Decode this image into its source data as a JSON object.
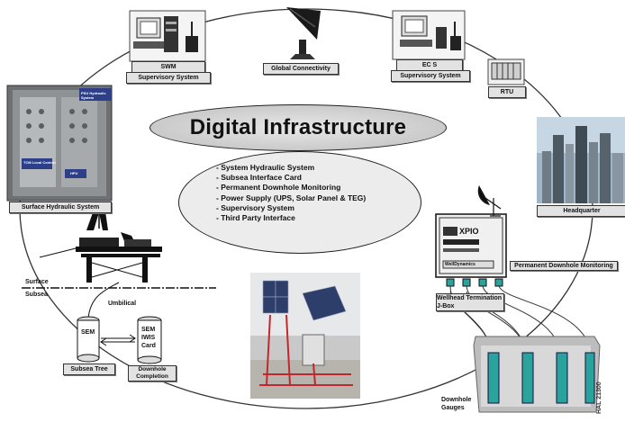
{
  "title": "Digital Infrastructure",
  "components": [
    "- System Hydraulic System",
    "- Subsea Interface Card",
    "- Permanent Downhole Monitoring",
    "- Power Supply (UPS, Solar Panel & TEG)",
    "- Supervisory System",
    "- Third Party Interface"
  ],
  "labels": {
    "swm_system": "SWM",
    "swm_supervisory": "Supervisory System",
    "global_connectivity": "Global Connectivity",
    "ecs_system": "EC S",
    "ecs_supervisory": "Supervisory System",
    "rtu": "RTU",
    "surface_hydraulic": "Surface Hydraulic System",
    "headquarter": "Headquarter",
    "permanent_downhole": "Permanent Downhole Monitoring",
    "surface": "Surface",
    "subsea": "Subsea",
    "umbilical": "Umbilical",
    "sem": "SEM",
    "sem_iwis": "SEM IWIS Card",
    "subsea_tree": "Subsea Tree",
    "downhole_completion": "Downhole Completion",
    "wellhead_termination": "Wellhead Termination J-Box",
    "downhole_gauges": "Downhole Gauges",
    "xpio": "XPIO",
    "weldynamics": "WellDynamics",
    "panel_tag_1": "TCM Local Control",
    "panel_tag_2": "PSU Hydraulic System",
    "panel_tag_3": "HPU",
    "figure_code": "HAL 21300"
  },
  "colors": {
    "ring": "#333333",
    "oval_fill": "#d4d4d4",
    "label_fill": "#e2e2e2",
    "gauge_teal": "#2aa39c",
    "frame_red": "#c0282d",
    "panel_blue": "#2e3f8a"
  }
}
